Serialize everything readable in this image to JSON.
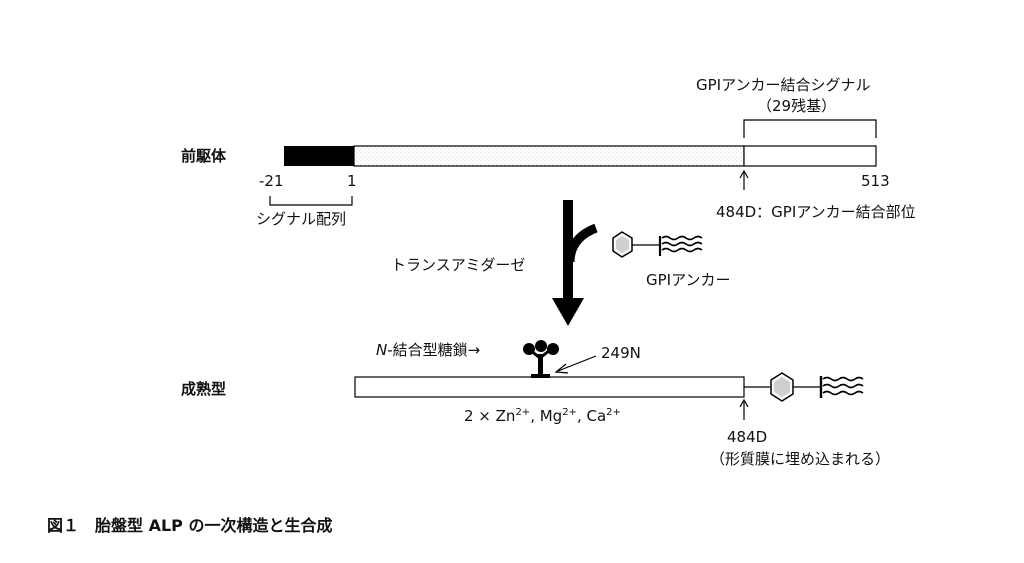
{
  "precursor": {
    "label": "前駆体",
    "start_tick": "-21",
    "one_tick": "1",
    "end_tick": "513",
    "signal_label": "シグナル配列",
    "gpi_signal_title": "GPIアンカー結合シグナル",
    "gpi_signal_count": "（29残基）",
    "site_label": "484D：GPIアンカー結合部位"
  },
  "enzyme": {
    "name": "トランスアミダーゼ",
    "anchor_label": "GPIアンカー"
  },
  "mature": {
    "label": "成熟型",
    "glycan_prefix": "N",
    "glycan_label": "-結合型糖鎖→",
    "glycan_site": "249N",
    "ions_main": "2 × Zn",
    "ions_zn_sup": "2+",
    "ions_mg": ", Mg",
    "ions_mg_sup": "2+",
    "ions_ca": ", Ca",
    "ions_ca_sup": "2+",
    "site": "484D",
    "membrane_note": "（形質膜に埋め込まれる）"
  },
  "caption": "図１　胎盤型 ALP の一次構造と生合成"
}
